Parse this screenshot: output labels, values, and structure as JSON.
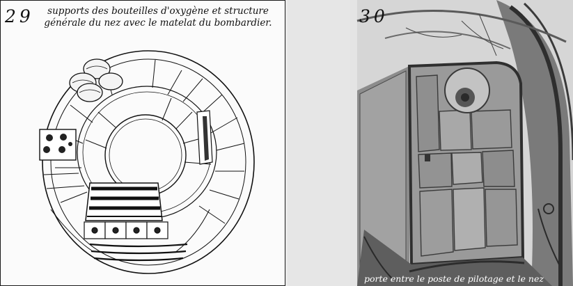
{
  "figure_29": {
    "number": "29",
    "caption_line1": "supports des bouteilles d'oxygène et structure",
    "caption_line2": "générale du nez avec le matelat du bombardier."
  },
  "figure_30": {
    "number": "30",
    "caption": "porte entre le poste de pilotage et le nez"
  }
}
